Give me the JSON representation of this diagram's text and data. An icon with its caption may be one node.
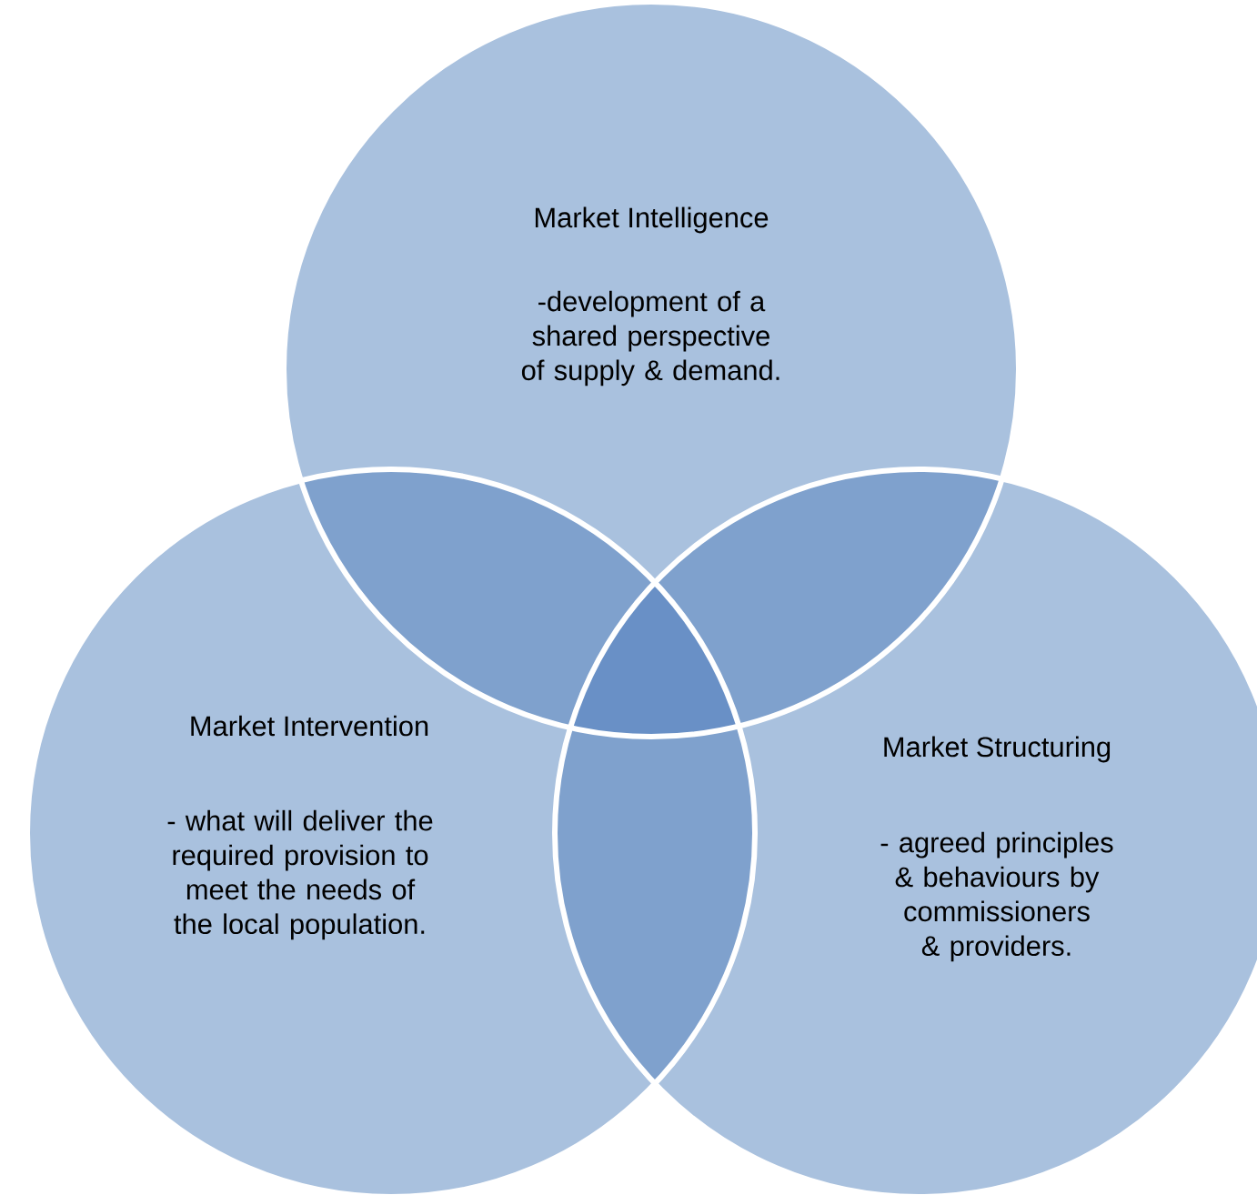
{
  "diagram": {
    "nodes": [
      {
        "text": [
          "Market Intelligence",
          "-development of a shared perspective of supply & demand."
        ]
      },
      {
        "text": [
          "Market Intervention",
          "- what will deliver the required provision to meet the needs of the local population."
        ]
      },
      {
        "text": [
          "Market Structuring",
          "- agreed principles & behaviours by commissioners & providers."
        ]
      }
    ]
  }
}
